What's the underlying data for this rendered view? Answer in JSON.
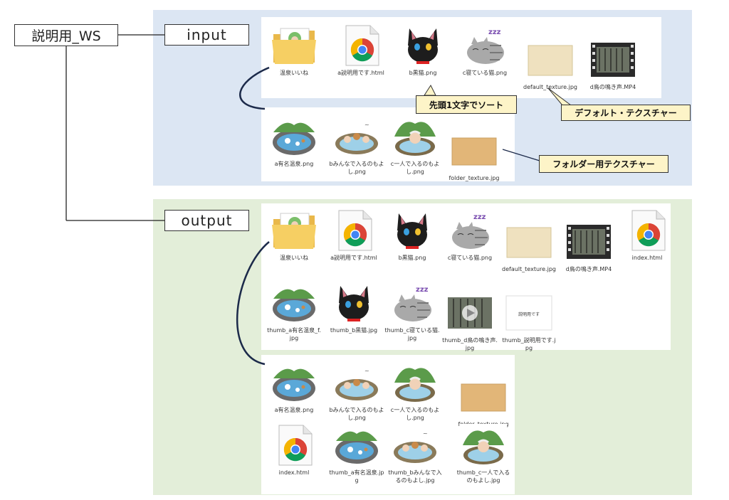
{
  "labels": {
    "workspace": "説明用_WS",
    "input": "input",
    "output": "output"
  },
  "callouts": {
    "sort": "先頭1文字でソート",
    "default_texture": "デフォルト・テクスチャー",
    "folder_texture": "フォルダー用テクスチャー"
  },
  "input": {
    "top_files": [
      {
        "name": "温泉いいね",
        "icon": "folder-icon"
      },
      {
        "name": "a説明用です.html",
        "icon": "chrome-html-icon"
      },
      {
        "name": "b黒猫.png",
        "icon": "black-cat-icon"
      },
      {
        "name": "c寝ている猫.png",
        "icon": "sleeping-cat-icon"
      },
      {
        "name": "default_texture.jpg",
        "icon": "texture-beige-icon"
      },
      {
        "name": "d鳥の鳴き声.MP4",
        "icon": "video-icon"
      }
    ],
    "sub_files": [
      {
        "name": "a有名温泉.png",
        "icon": "onsen-pool-icon"
      },
      {
        "name": "bみんなで入るのもよし.png",
        "icon": "onsen-group-icon"
      },
      {
        "name": "c一人で入るのもよし.png",
        "icon": "onsen-single-icon"
      },
      {
        "name": "folder_texture.jpg",
        "icon": "texture-orange-icon"
      }
    ]
  },
  "output": {
    "top_files": [
      {
        "name": "温泉いいね",
        "icon": "folder-icon"
      },
      {
        "name": "a説明用です.html",
        "icon": "chrome-html-icon"
      },
      {
        "name": "b黒猫.png",
        "icon": "black-cat-icon"
      },
      {
        "name": "c寝ている猫.png",
        "icon": "sleeping-cat-icon"
      },
      {
        "name": "default_texture.jpg",
        "icon": "texture-beige-icon"
      },
      {
        "name": "d鳥の鳴き声.MP4",
        "icon": "video-icon"
      },
      {
        "name": "index.html",
        "icon": "chrome-html-icon"
      },
      {
        "name": "thumb_a有名温泉_f.jpg",
        "icon": "onsen-pool-icon"
      },
      {
        "name": "thumb_b黒猫.jpg",
        "icon": "black-cat-icon"
      },
      {
        "name": "thumb_c寝ている猫.jpg",
        "icon": "sleeping-cat-icon"
      },
      {
        "name": "thumb_d鳥の鳴き声.jpg",
        "icon": "video-thumb-icon"
      },
      {
        "name": "thumb_説明用です.jpg",
        "icon": "text-thumb-icon",
        "thumb_text": "説明用です"
      }
    ],
    "sub_files": [
      {
        "name": "a有名温泉.png",
        "icon": "onsen-pool-icon"
      },
      {
        "name": "bみんなで入るのもよし.png",
        "icon": "onsen-group-icon"
      },
      {
        "name": "c一人で入るのもよし.png",
        "icon": "onsen-single-icon"
      },
      {
        "name": "folder_texture.jpg",
        "icon": "texture-orange-icon"
      },
      {
        "name": "index.html",
        "icon": "chrome-html-icon"
      },
      {
        "name": "thumb_a有名温泉.jpg",
        "icon": "onsen-pool-icon"
      },
      {
        "name": "thumb_bみんなで入るのもよし.jpg",
        "icon": "onsen-group-icon"
      },
      {
        "name": "thumb_c一人で入るのもよし.jpg",
        "icon": "onsen-single-icon"
      }
    ]
  },
  "colors": {
    "input_bg": "#dce6f3",
    "output_bg": "#e3eed9",
    "callout_bg": "#fdf4c8",
    "connector": "#1c2a4a"
  }
}
